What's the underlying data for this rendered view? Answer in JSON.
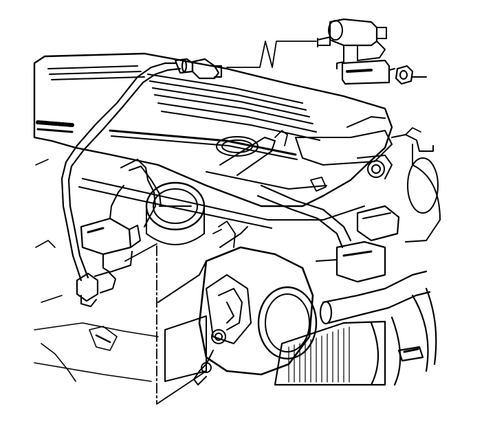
{
  "diagram": {
    "kind": "engine-compartment-line-illustration",
    "caption": "",
    "colors": {
      "ink": "#000000",
      "paper": "#ffffff"
    },
    "components": [
      {
        "name": "purge-solenoid-valve"
      },
      {
        "name": "mounting-nut"
      },
      {
        "name": "vent-hose"
      },
      {
        "name": "hose-connector"
      },
      {
        "name": "cam-cover"
      },
      {
        "name": "oil-filler-cap"
      },
      {
        "name": "electrical-connector"
      },
      {
        "name": "throttle-body"
      },
      {
        "name": "radiator"
      },
      {
        "name": "coolant-hoses"
      },
      {
        "name": "ignition-coil"
      },
      {
        "name": "pointer-lines"
      }
    ]
  }
}
